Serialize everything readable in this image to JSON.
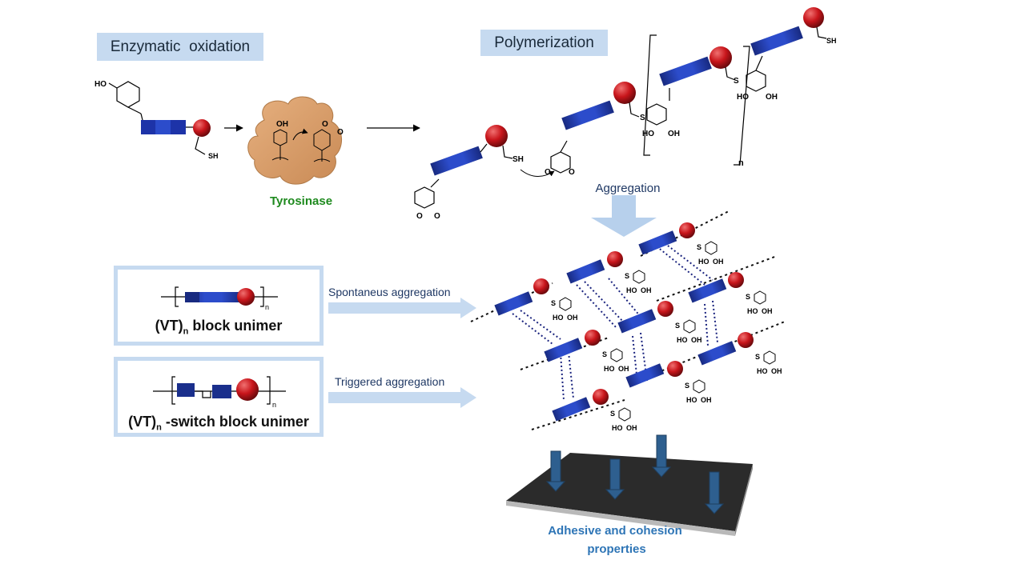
{
  "headers": {
    "enzymatic": "Enzymatic  oxidation",
    "polymerization": "Polymerization"
  },
  "labels": {
    "tyrosinase": "Tyrosinase",
    "aggregation": "Aggregation",
    "spontaneous": "Spontaneus aggregation",
    "triggered": "Triggered aggregation",
    "adhesive_line1": "Adhesive and cohesion",
    "adhesive_line2": "properties"
  },
  "unimers": {
    "vt": {
      "prefix": "(VT)",
      "sub": "n",
      "suffix": " block unimer",
      "index": "n"
    },
    "switch": {
      "prefix": "(VT)",
      "sub": "n",
      "suffix": " -switch block unimer",
      "index": "n"
    }
  },
  "chem": {
    "ho": "HO",
    "oh": "OH",
    "sh": "SH",
    "s": "S",
    "o": "O",
    "n": "n"
  },
  "colors": {
    "box_fill": "#c6daf0",
    "block_dark": "#1a2f8c",
    "block_mid": "#2e4fd0",
    "bead_red": "#c8151b",
    "enzyme": "#d9a06e",
    "tyrosinase_green": "#1e8a1e",
    "adhesive_blue": "#2e75b6",
    "arrow_blue": "#2e5f8f",
    "surface": "#2b2b2b"
  }
}
